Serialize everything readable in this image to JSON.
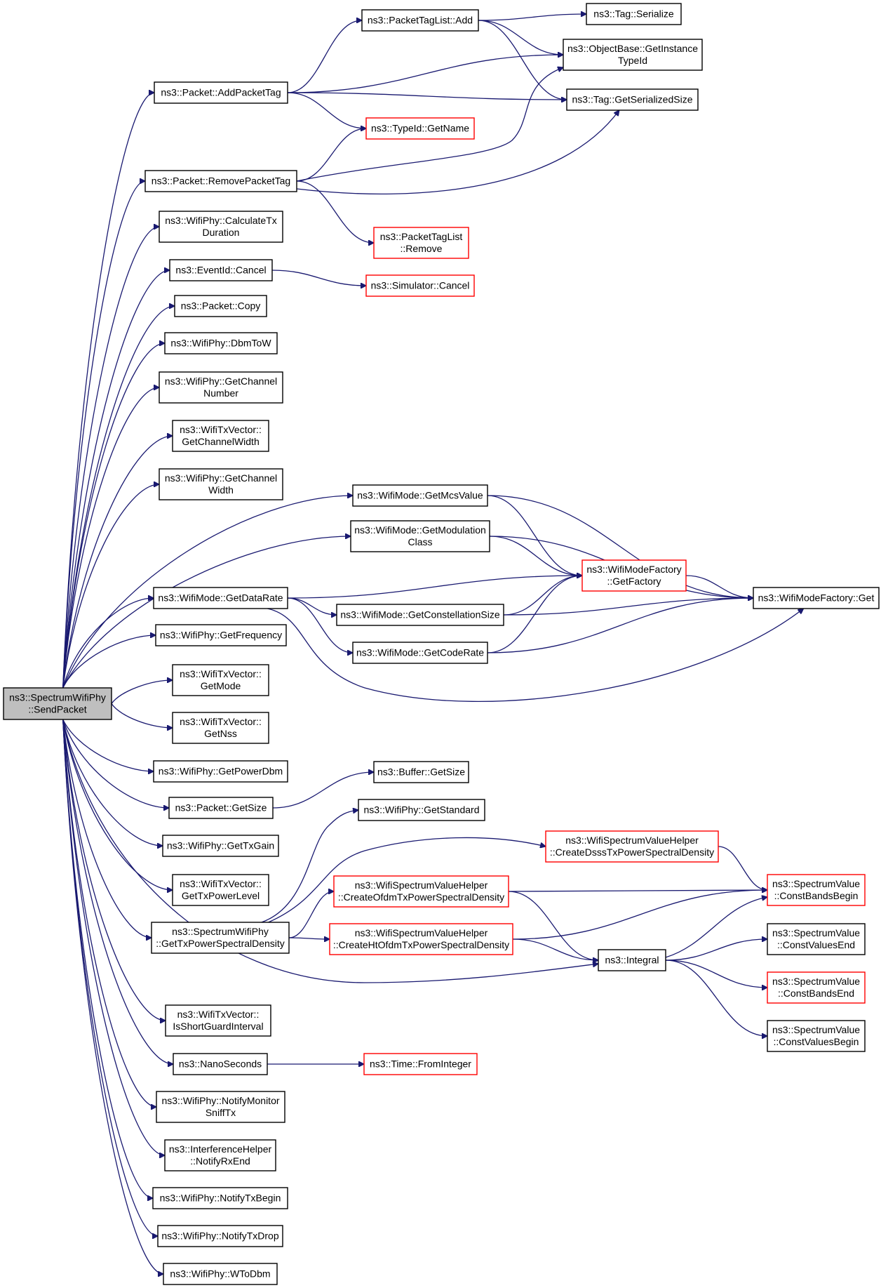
{
  "colors": {
    "edge": "#191970",
    "border_default": "#000000",
    "border_truncated": "#ff0000",
    "root_fill": "#bfbfbf",
    "node_fill": "#ffffff"
  },
  "nodes": [
    {
      "id": "root",
      "lines": [
        "ns3::SpectrumWifiPhy",
        "::SendPacket"
      ],
      "style": "root"
    },
    {
      "id": "addPacketTag",
      "lines": [
        "ns3::Packet::AddPacketTag"
      ],
      "style": "normal"
    },
    {
      "id": "removePacketTag",
      "lines": [
        "ns3::Packet::RemovePacketTag"
      ],
      "style": "normal"
    },
    {
      "id": "calcTxDuration",
      "lines": [
        "ns3::WifiPhy::CalculateTx",
        "Duration"
      ],
      "style": "normal"
    },
    {
      "id": "eventCancel",
      "lines": [
        "ns3::EventId::Cancel"
      ],
      "style": "normal"
    },
    {
      "id": "packetCopy",
      "lines": [
        "ns3::Packet::Copy"
      ],
      "style": "normal"
    },
    {
      "id": "dbmToW",
      "lines": [
        "ns3::WifiPhy::DbmToW"
      ],
      "style": "normal"
    },
    {
      "id": "getChannelNumber",
      "lines": [
        "ns3::WifiPhy::GetChannel",
        "Number"
      ],
      "style": "normal"
    },
    {
      "id": "txvGetChannelWidth",
      "lines": [
        "ns3::WifiTxVector::",
        "GetChannelWidth"
      ],
      "style": "normal"
    },
    {
      "id": "phyGetChannelWidth",
      "lines": [
        "ns3::WifiPhy::GetChannel",
        "Width"
      ],
      "style": "normal"
    },
    {
      "id": "getMcsValue",
      "lines": [
        "ns3::WifiMode::GetMcsValue"
      ],
      "style": "normal"
    },
    {
      "id": "getModulationClass",
      "lines": [
        "ns3::WifiMode::GetModulation",
        "Class"
      ],
      "style": "normal"
    },
    {
      "id": "getDataRate",
      "lines": [
        "ns3::WifiMode::GetDataRate"
      ],
      "style": "normal"
    },
    {
      "id": "getFrequency",
      "lines": [
        "ns3::WifiPhy::GetFrequency"
      ],
      "style": "normal"
    },
    {
      "id": "txvGetMode",
      "lines": [
        "ns3::WifiTxVector::",
        "GetMode"
      ],
      "style": "normal"
    },
    {
      "id": "txvGetNss",
      "lines": [
        "ns3::WifiTxVector::",
        "GetNss"
      ],
      "style": "normal"
    },
    {
      "id": "getPowerDbm",
      "lines": [
        "ns3::WifiPhy::GetPowerDbm"
      ],
      "style": "normal"
    },
    {
      "id": "packetGetSize",
      "lines": [
        "ns3::Packet::GetSize"
      ],
      "style": "normal"
    },
    {
      "id": "getTxGain",
      "lines": [
        "ns3::WifiPhy::GetTxGain"
      ],
      "style": "normal"
    },
    {
      "id": "txvGetTxPowerLevel",
      "lines": [
        "ns3::WifiTxVector::",
        "GetTxPowerLevel"
      ],
      "style": "normal"
    },
    {
      "id": "getTxPsd",
      "lines": [
        "ns3::SpectrumWifiPhy",
        "::GetTxPowerSpectralDensity"
      ],
      "style": "normal"
    },
    {
      "id": "isShortGI",
      "lines": [
        "ns3::WifiTxVector::",
        "IsShortGuardInterval"
      ],
      "style": "normal"
    },
    {
      "id": "nanoSeconds",
      "lines": [
        "ns3::NanoSeconds"
      ],
      "style": "normal"
    },
    {
      "id": "notifyMonitorSniffTx",
      "lines": [
        "ns3::WifiPhy::NotifyMonitor",
        "SniffTx"
      ],
      "style": "normal"
    },
    {
      "id": "notifyRxEnd",
      "lines": [
        "ns3::InterferenceHelper",
        "::NotifyRxEnd"
      ],
      "style": "normal"
    },
    {
      "id": "notifyTxBegin",
      "lines": [
        "ns3::WifiPhy::NotifyTxBegin"
      ],
      "style": "normal"
    },
    {
      "id": "notifyTxDrop",
      "lines": [
        "ns3::WifiPhy::NotifyTxDrop"
      ],
      "style": "normal"
    },
    {
      "id": "wToDbm",
      "lines": [
        "ns3::WifiPhy::WToDbm"
      ],
      "style": "normal"
    },
    {
      "id": "packetTagListAdd",
      "lines": [
        "ns3::PacketTagList::Add"
      ],
      "style": "normal"
    },
    {
      "id": "typeIdGetName",
      "lines": [
        "ns3::TypeId::GetName"
      ],
      "style": "truncated"
    },
    {
      "id": "packetTagListRemove",
      "lines": [
        "ns3::PacketTagList",
        "::Remove"
      ],
      "style": "truncated"
    },
    {
      "id": "simulatorCancel",
      "lines": [
        "ns3::Simulator::Cancel"
      ],
      "style": "truncated"
    },
    {
      "id": "getConstellationSize",
      "lines": [
        "ns3::WifiMode::GetConstellationSize"
      ],
      "style": "normal"
    },
    {
      "id": "getCodeRate",
      "lines": [
        "ns3::WifiMode::GetCodeRate"
      ],
      "style": "normal"
    },
    {
      "id": "bufferGetSize",
      "lines": [
        "ns3::Buffer::GetSize"
      ],
      "style": "normal"
    },
    {
      "id": "getStandard",
      "lines": [
        "ns3::WifiPhy::GetStandard"
      ],
      "style": "normal"
    },
    {
      "id": "createDsss",
      "lines": [
        "ns3::WifiSpectrumValueHelper",
        "::CreateDsssTxPowerSpectralDensity"
      ],
      "style": "truncated"
    },
    {
      "id": "createOfdm",
      "lines": [
        "ns3::WifiSpectrumValueHelper",
        "::CreateOfdmTxPowerSpectralDensity"
      ],
      "style": "truncated"
    },
    {
      "id": "createHtOfdm",
      "lines": [
        "ns3::WifiSpectrumValueHelper",
        "::CreateHtOfdmTxPowerSpectralDensity"
      ],
      "style": "truncated"
    },
    {
      "id": "integral",
      "lines": [
        "ns3::Integral"
      ],
      "style": "normal"
    },
    {
      "id": "timeFromInteger",
      "lines": [
        "ns3::Time::FromInteger"
      ],
      "style": "truncated"
    },
    {
      "id": "tagSerialize",
      "lines": [
        "ns3::Tag::Serialize"
      ],
      "style": "normal"
    },
    {
      "id": "getInstanceTypeId",
      "lines": [
        "ns3::ObjectBase::GetInstance",
        "TypeId"
      ],
      "style": "normal"
    },
    {
      "id": "tagGetSerializedSize",
      "lines": [
        "ns3::Tag::GetSerializedSize"
      ],
      "style": "normal"
    },
    {
      "id": "wifiModeFactoryGetFactory",
      "lines": [
        "ns3::WifiModeFactory",
        "::GetFactory"
      ],
      "style": "truncated"
    },
    {
      "id": "wifiModeFactoryGet",
      "lines": [
        "ns3::WifiModeFactory::Get"
      ],
      "style": "normal"
    },
    {
      "id": "constBandsBegin",
      "lines": [
        "ns3::SpectrumValue",
        "::ConstBandsBegin"
      ],
      "style": "truncated"
    },
    {
      "id": "constValuesEnd",
      "lines": [
        "ns3::SpectrumValue",
        "::ConstValuesEnd"
      ],
      "style": "normal"
    },
    {
      "id": "constBandsEnd",
      "lines": [
        "ns3::SpectrumValue",
        "::ConstBandsEnd"
      ],
      "style": "truncated"
    },
    {
      "id": "constValuesBegin",
      "lines": [
        "ns3::SpectrumValue",
        "::ConstValuesBegin"
      ],
      "style": "normal"
    }
  ]
}
